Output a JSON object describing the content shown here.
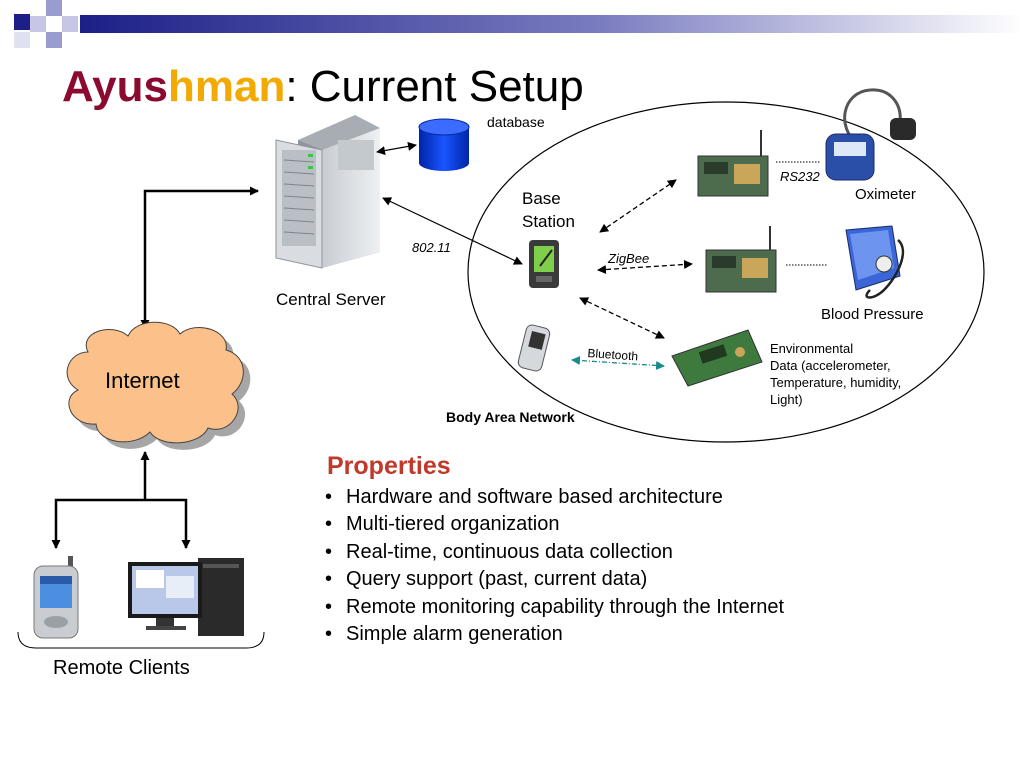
{
  "slide": {
    "title_part1": "Ayus",
    "title_part2": "hman",
    "title_part3": ": Current Setup"
  },
  "diagram": {
    "database_label": "database",
    "central_server_label": "Central Server",
    "base_station_label": "Base\nStation",
    "link_80211": "802.11",
    "link_rs232": "RS232",
    "link_zigbee": "ZigBee",
    "link_bluetooth": "Bluetooth",
    "oximeter_label": "Oximeter",
    "blood_pressure_label": "Blood Pressure",
    "environmental_label": "Environmental\nData (accelerometer,\nTemperature, humidity,\nLight)",
    "body_area_network_label": "Body Area Network",
    "internet_label": "Internet",
    "remote_clients_label": "Remote Clients"
  },
  "properties": {
    "heading": "Properties",
    "bullet": "•",
    "items": [
      "Hardware and software based architecture",
      "Multi-tiered organization",
      "Real-time, continuous data collection",
      "Query support (past, current data)",
      "Remote monitoring capability through the Internet",
      "Simple alarm generation"
    ]
  },
  "colors": {
    "title_accent_1": "#8b0a30",
    "title_accent_2": "#f2a900",
    "properties_heading": "#c0392b",
    "internet_cloud": "#fcc08a",
    "database": "#0a3ccc"
  }
}
